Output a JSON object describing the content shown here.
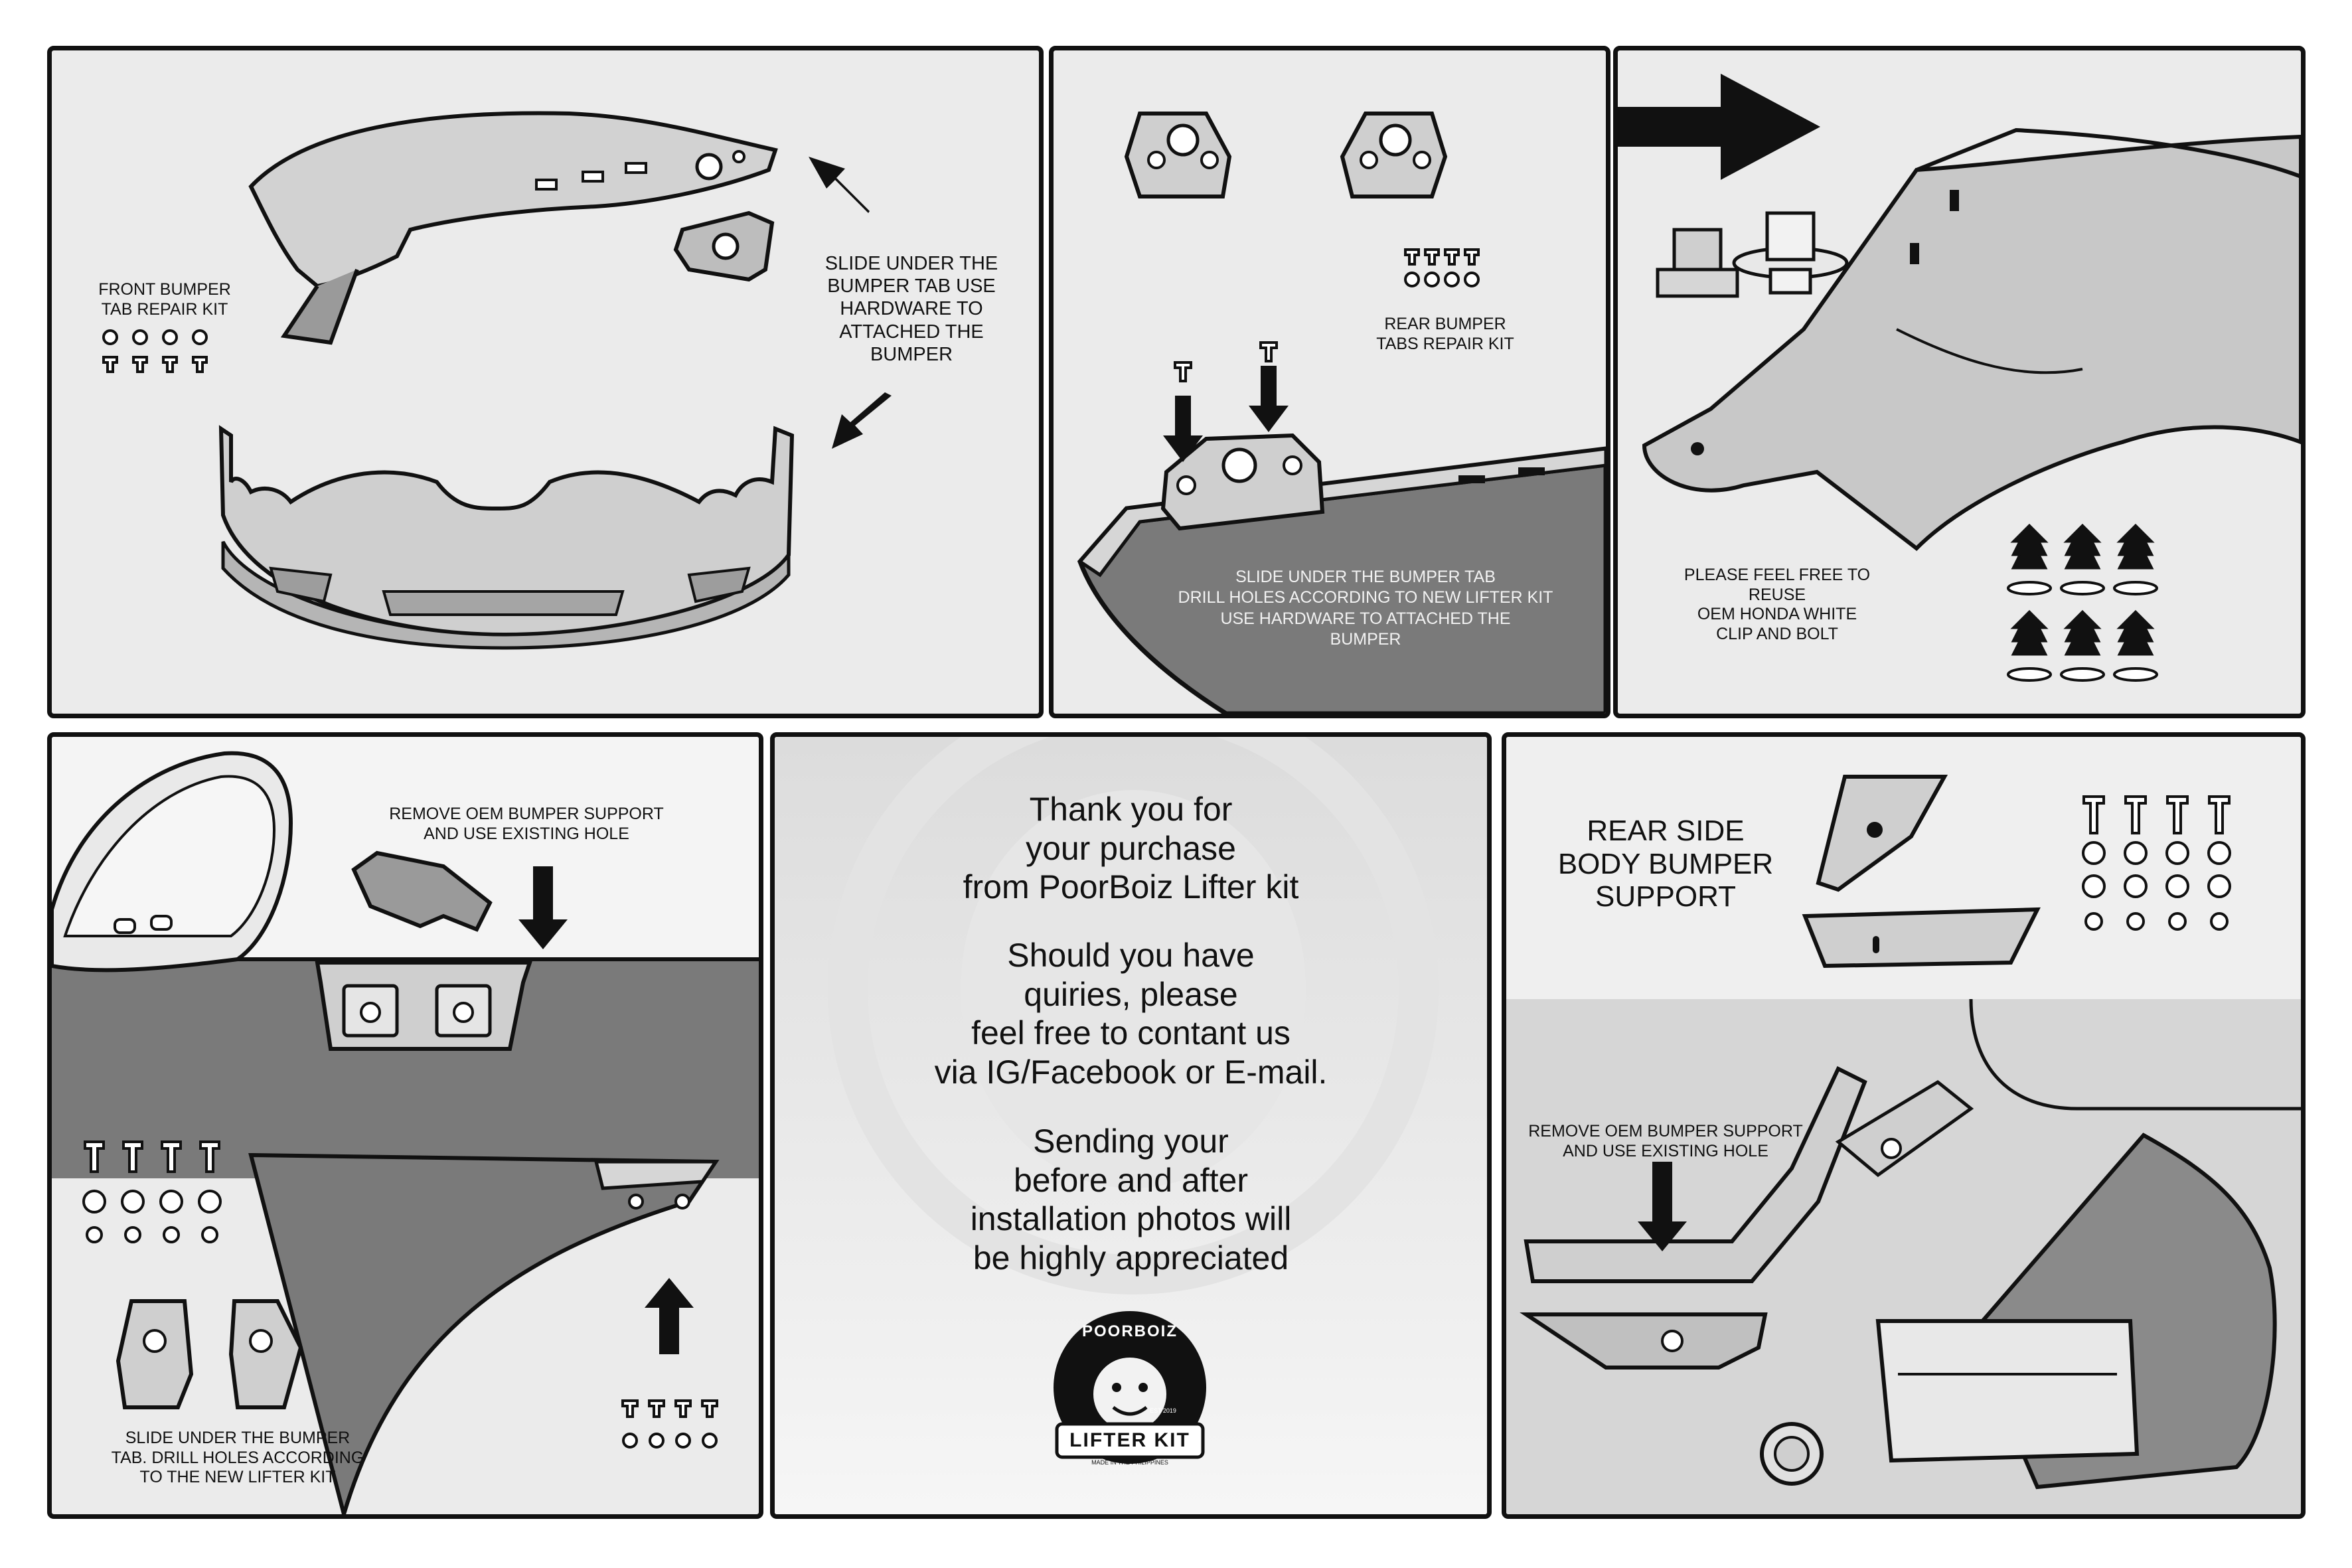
{
  "panels": {
    "front": {
      "kit_label": "FRONT  BUMPER\nTAB REPAIR KIT",
      "instruction": "SLIDE UNDER THE\nBUMPER TAB USE\nHARDWARE TO\nATTACHED THE\nBUMPER"
    },
    "rear_tabs": {
      "kit_label": "REAR BUMPER\nTABS REPAIR KIT",
      "instruction": "SLIDE UNDER THE BUMPER TAB\nDRILL HOLES ACCORDING TO NEW LIFTER KIT\nUSE HARDWARE TO ATTACHED THE\nBUMPER"
    },
    "reuse_clips": {
      "note": "PLEASE FEEL FREE TO\nREUSE\nOEM HONDA WHITE\nCLIP AND BOLT"
    },
    "support_left": {
      "remove_note": "REMOVE OEM BUMPER SUPPORT\nAND USE EXISTING HOLE",
      "instruction": "SLIDE UNDER THE BUMPER\nTAB. DRILL HOLES ACCORDING\nTO THE NEW LIFTER KIT"
    },
    "thank_you": {
      "paragraph1": "Thank you for\nyour purchase\nfrom PoorBoiz Lifter kit",
      "paragraph2": "Should you have\nquiries, please\nfeel free to contant us\nvia IG/Facebook or E-mail.",
      "paragraph3": "Sending your\nbefore and after\ninstallation photos will\nbe highly appreciated",
      "logo_text": "POORBOIZ",
      "logo_banner": "LIFTER KIT",
      "logo_est": "EST 2019",
      "logo_madein": "MADE IN THE PHILIPPINES"
    },
    "rear_side": {
      "title": "REAR SIDE\nBODY BUMPER\nSUPPORT",
      "remove_note": "REMOVE OEM BUMPER SUPPORT\nAND USE EXISTING HOLE"
    }
  },
  "colors": {
    "panel_bg": "#ebebeb",
    "part_fill": "#c9c9c9",
    "dark_fill": "#7a7a7a",
    "outline": "#111111"
  }
}
